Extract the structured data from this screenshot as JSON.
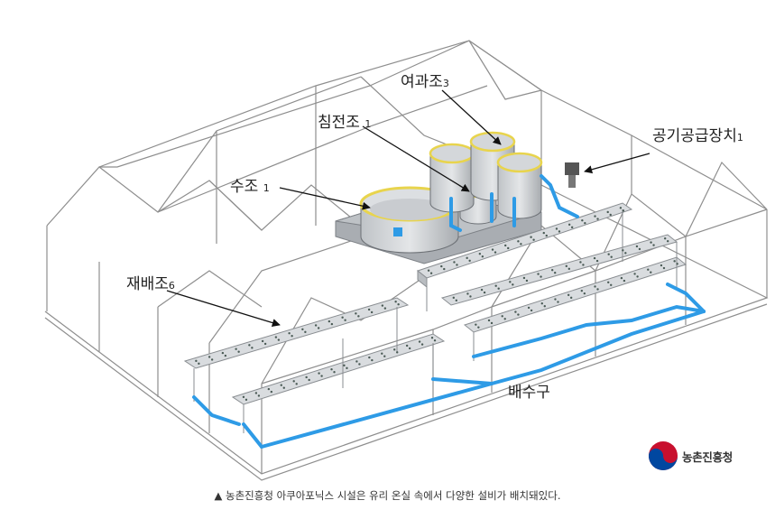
{
  "labels": {
    "tank": {
      "text": "수조",
      "num": "1"
    },
    "settling": {
      "text": "침전조",
      "num": "1"
    },
    "filter": {
      "text": "여과조",
      "num": "3"
    },
    "air": {
      "text": "공기공급장치",
      "num": "1"
    },
    "bed": {
      "text": "재배조",
      "num": "6"
    },
    "drain": {
      "text": "배수구"
    }
  },
  "logo": {
    "name": "농촌진흥청"
  },
  "caption": {
    "marker": "▲",
    "text": "농촌진흥청 아쿠아포닉스 시설은 유리 온실 속에서 다양한 설비가 배치돼있다."
  },
  "colors": {
    "pipe": "#2e9be6",
    "tank_rim": "#e8d44d",
    "frame": "#9a9a9a",
    "platform": "#a9adb2"
  }
}
